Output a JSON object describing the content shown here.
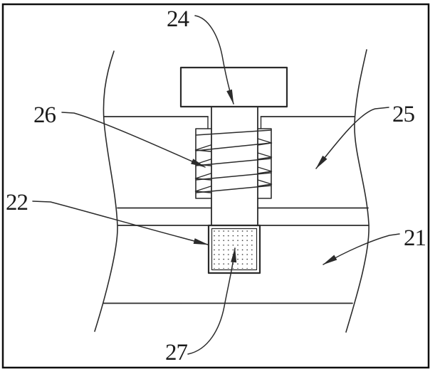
{
  "figure": {
    "kind": "patent-line-drawing",
    "labels": [
      {
        "text": "24",
        "target": "bolt-shaft-below-head"
      },
      {
        "text": "26",
        "target": "coil-spring"
      },
      {
        "text": "25",
        "target": "upper-plate"
      },
      {
        "text": "22",
        "target": "groove-block-left-edge"
      },
      {
        "text": "21",
        "target": "lower-plate"
      },
      {
        "text": "27",
        "target": "stippled-pad"
      }
    ],
    "colors": {
      "background": "#ffffff",
      "line": "#2b2b2b",
      "frame": "#0f0f0f",
      "text": "#1b1b1b",
      "stipple_dot": "#3c3c3c"
    }
  }
}
